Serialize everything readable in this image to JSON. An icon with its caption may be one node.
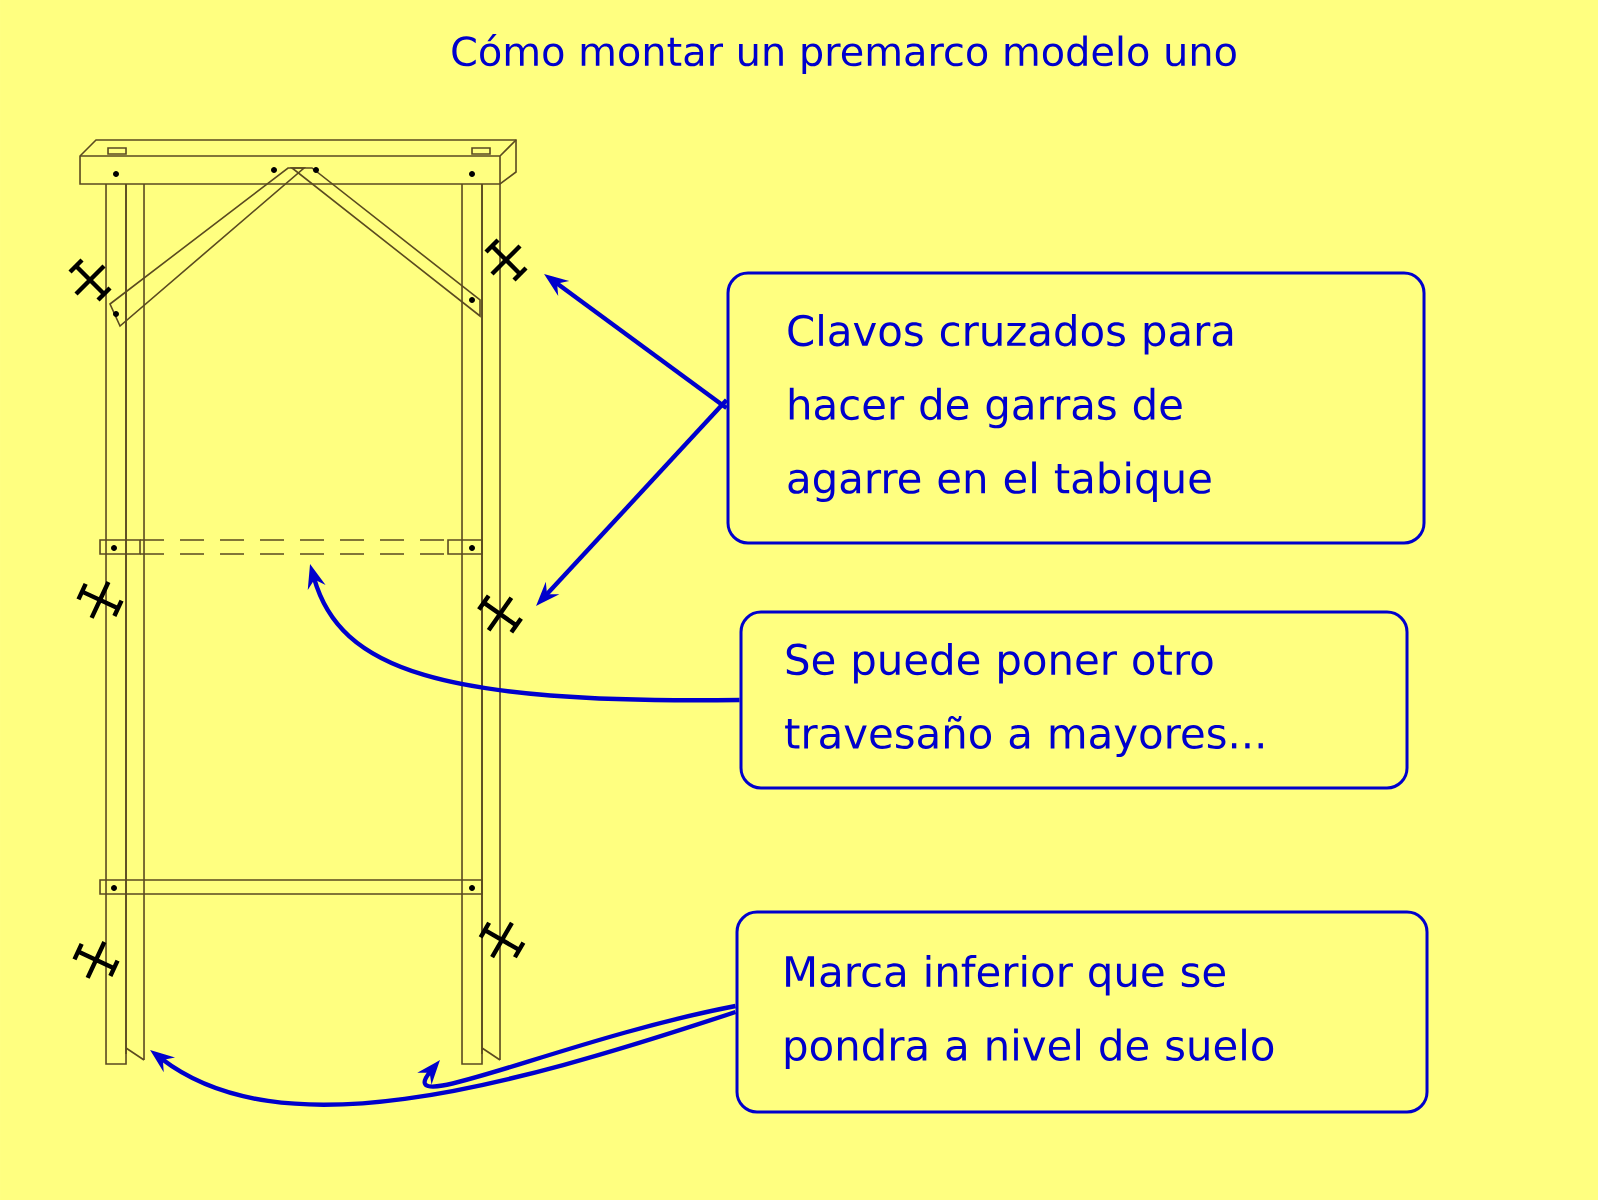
{
  "diagram": {
    "title": "Cómo montar un premarco modelo uno",
    "nodes": [
      {
        "text": [
          "Clavos cruzados para hacer de garras de agarre en el tabique"
        ]
      },
      {
        "text": [
          "Se puede poner otro travesaño a mayores..."
        ]
      },
      {
        "text": [
          "Marca inferior que se pondra a nivel de suelo"
        ]
      }
    ],
    "edges": [
      {
        "from": 0,
        "to": null,
        "arrow": "to"
      },
      {
        "from": 0,
        "to": null,
        "arrow": "to"
      },
      {
        "from": 1,
        "to": null,
        "arrow": "to"
      },
      {
        "from": 2,
        "to": null,
        "arrow": "to"
      },
      {
        "from": 2,
        "to": null,
        "arrow": "to"
      }
    ]
  }
}
